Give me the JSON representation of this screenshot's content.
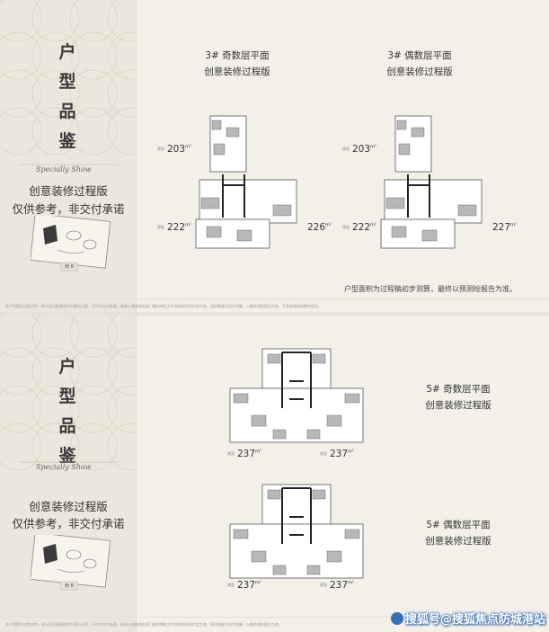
{
  "top": {
    "side_title": [
      "户",
      "型",
      "品",
      "鉴"
    ],
    "signature": "Specially Show",
    "note_line1": "创意装修过程版",
    "note_line2": "仅供参考，非交付承诺",
    "card_label": "南 B",
    "plans": [
      {
        "title_line1": "3# 奇数层平面",
        "title_line2": "创意装修过程版",
        "areas": {
          "top": "203",
          "left": "222",
          "right": "226"
        }
      },
      {
        "title_line1": "3# 偶数层平面",
        "title_line2": "创意装修过程版",
        "areas": {
          "top": "203",
          "left": "222",
          "right": "227"
        }
      }
    ],
    "disclaimer": "户型面积为过程稿初步测算，最终以预测绘报告为准。",
    "footnote": "本户型图为过程文件，样示及功能表现均为意向示意，不作为交付标准，具体以政府相关部门最终审批文件及购房合同约定为准。面积数据为初步测算，以最终测绘报告为准，开发商保留调整的权利。"
  },
  "bottom": {
    "side_title": [
      "户",
      "型",
      "品",
      "鉴"
    ],
    "signature": "Specially Show",
    "note_line1": "创意装修过程版",
    "note_line2": "仅供参考，非交付承诺",
    "card_label": "南 B",
    "plans": [
      {
        "title_line1": "5# 奇数层平面",
        "title_line2": "创意装修过程版",
        "areas": {
          "left": "237",
          "right": "237"
        }
      },
      {
        "title_line1": "5# 偶数层平面",
        "title_line2": "创意装修过程版",
        "areas": {
          "left": "237",
          "right": "237"
        }
      }
    ],
    "footnote": "本户型图为过程文件，样示及功能表现均为意向示意，不作为交付标准，具体以政府相关部门最终审批文件及购房合同约定为准。面积数据为初步测算，以最终测绘报告为准。"
  },
  "area_unit": "m²",
  "area_tag": "建面",
  "watermark": "搜狐号@搜狐焦点防城港站"
}
